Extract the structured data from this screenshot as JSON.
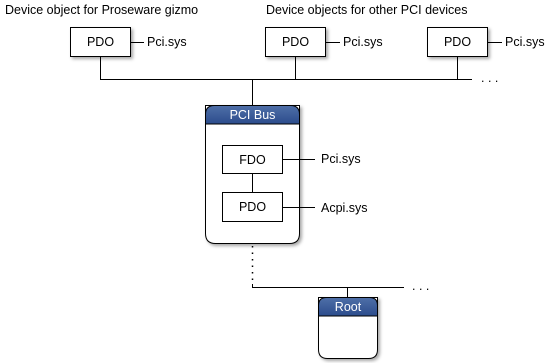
{
  "headings": {
    "left": "Device object for Proseware gizmo",
    "right": "Device objects for other PCI devices"
  },
  "top_pdos": [
    {
      "label": "PDO",
      "driver": "Pci.sys"
    },
    {
      "label": "PDO",
      "driver": "Pci.sys"
    },
    {
      "label": "PDO",
      "driver": "Pci.sys"
    }
  ],
  "pci_bus": {
    "title": "PCI Bus",
    "fdo": {
      "label": "FDO",
      "driver": "Pci.sys"
    },
    "pdo": {
      "label": "PDO",
      "driver": "Acpi.sys"
    }
  },
  "root": {
    "title": "Root"
  },
  "ellipsis": ". . ."
}
